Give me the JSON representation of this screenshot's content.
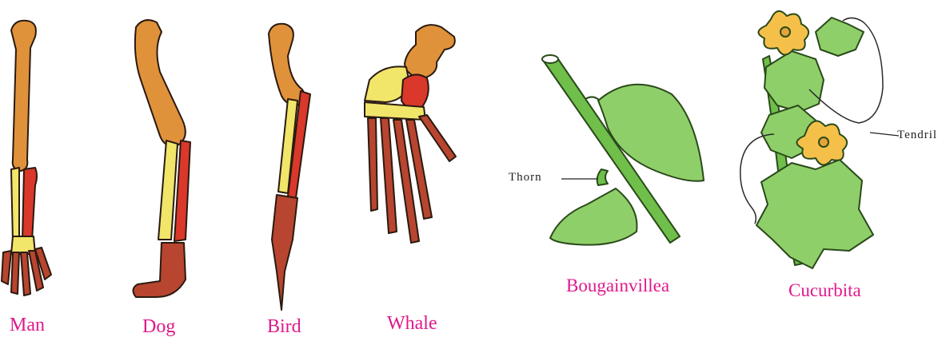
{
  "homologous": {
    "labels": [
      "Man",
      "Dog",
      "Bird",
      "Whale"
    ]
  },
  "analogous": {
    "bougainvillea": {
      "label": "Bougainvillea",
      "callout": "Thorn"
    },
    "cucurbita": {
      "label": "Cucurbita",
      "callout": "Tendril"
    }
  },
  "colors": {
    "humerus": "#e0923a",
    "radius": "#f1e56a",
    "ulna": "#d9382a",
    "hand": "#b8452f",
    "leaf": "#8fcf6a",
    "stem": "#6fbf4a",
    "flower": "#f5c04a",
    "caption": "#e0198a"
  }
}
